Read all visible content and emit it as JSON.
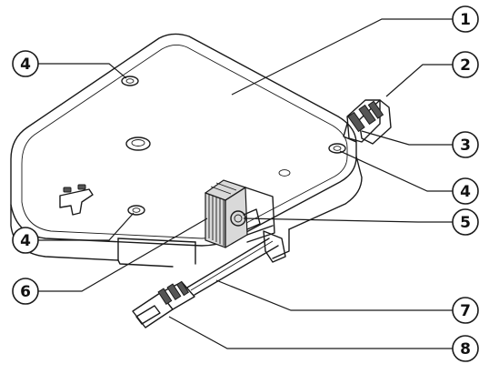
{
  "callouts": {
    "housing": "1",
    "top_connector": "2",
    "connector_clamp": "3",
    "mount_hole_right": "4",
    "ground_screw": "5",
    "port_block": "6",
    "cable": "7",
    "cable_connector": "8",
    "mount_hole_top_left": "4",
    "mount_hole_bottom_left": "4"
  },
  "colors": {
    "line": "#1a1a1a",
    "background": "#ffffff",
    "shade": "#d9d9d9"
  }
}
